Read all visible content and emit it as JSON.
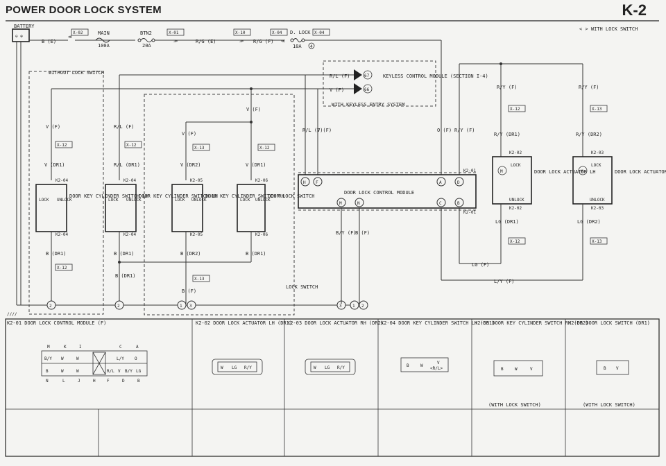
{
  "header": {
    "title": "POWER DOOR LOCK SYSTEM",
    "page_id": "K-2"
  },
  "legend_note": "< > WITH LOCK SWITCH",
  "power": {
    "battery": "BATTERY",
    "b_wire": "B (E)",
    "main_fuse": "MAIN",
    "main_amp": "100A",
    "btn2_fuse": "BTN2",
    "btn2_amp": "20A",
    "rg_e": "R/G (E)",
    "rg_f": "R/G (F)",
    "dlock_fuse": "D. LOCK",
    "dlock_amp": "10A",
    "dlock_num": "4",
    "conn_x02": "X-02",
    "conn_x01": "X-01",
    "conn_x10": "X-10",
    "conn_x04a": "X-04",
    "conn_x04b": "X-04"
  },
  "keyless": {
    "rl_wire": "R/L (F)",
    "rl_pin": "67",
    "v_wire": "V (F)",
    "v_pin": "66",
    "module_label": "KEYLESS CONTROL MODULE (SECTION I-4)",
    "system_label": "WITH KEYLESS ENTRY SYSTEM"
  },
  "without_lock_switch": "WITHOUT LOCK SWITCH",
  "lock_switch_label": "LOCK SWITCH",
  "dlcm": {
    "label": "DOOR LOCK CONTROL MODULE",
    "conn": "K2-01",
    "pins_top": [
      "H",
      "F",
      "A",
      "D"
    ],
    "pins_bottom": [
      "M",
      "N",
      "C",
      "B"
    ]
  },
  "wires": {
    "v_f": "V (F)",
    "v_dr1": "V (DR1)",
    "v_dr2": "V (DR2)",
    "rl_f": "R/L (F)",
    "rl_dr1": "R/L (DR1)",
    "b_dr1": "B (DR1)",
    "b_dr2": "B (DR2)",
    "b_f": "B (F)",
    "by_f": "B/Y (F)",
    "o_f": "O (F)",
    "ry_f": "R/Y (F)",
    "ry_dr1": "R/Y (DR1)",
    "ry_dr2": "R/Y (DR2)",
    "lg_dr1": "LG (DR1)",
    "lg_dr2": "LG (DR2)",
    "lg_f": "LG (F)",
    "ly_f": "L/Y (F)"
  },
  "conn_labels": {
    "x12": "X-12",
    "x13": "X-13",
    "k204": "K2-04",
    "k205": "K2-05",
    "k206": "K2-06",
    "k202": "K2-02",
    "k203": "K2-03"
  },
  "switches": [
    {
      "label": "DOOR KEY CYLINDER SWITCH LH"
    },
    {
      "label": "DOOR KEY CYLINDER SWITCH LH"
    },
    {
      "label": "DOOR KEY CYLINDER SWITCH RH"
    },
    {
      "label": "DOOR LOCK SWITCH"
    }
  ],
  "switch_terms": {
    "lock": "LOCK",
    "unlock": "UNLOCK"
  },
  "actuators": [
    {
      "label": "DOOR LOCK ACTUATOR LH"
    },
    {
      "label": "DOOR LOCK ACTUATOR RH"
    }
  ],
  "grounds": [
    "2",
    "2",
    "1",
    "3",
    "3",
    "1",
    "2"
  ],
  "connectors": [
    {
      "title": "K2-01 DOOR LOCK CONTROL MODULE (F)",
      "top_letters": [
        "M",
        "K",
        "I",
        "C",
        "A"
      ],
      "row1": [
        "B/Y",
        "W",
        "W",
        "",
        "L/Y",
        "O"
      ],
      "row2": [
        "B",
        "W",
        "W",
        "R/L",
        "V",
        "B/Y",
        "LG"
      ],
      "bottom_letters": [
        "N",
        "L",
        "J",
        "H",
        "F",
        "D",
        "B"
      ]
    },
    {
      "title": "K2-02 DOOR LOCK ACTUATOR LH (DR1)",
      "pins": [
        "W",
        "LG",
        "R/Y"
      ]
    },
    {
      "title": "K2-03 DOOR LOCK ACTUATOR RH (DR2)",
      "pins": [
        "W",
        "LG",
        "R/Y"
      ]
    },
    {
      "title": "K2-04 DOOR KEY CYLINDER SWITCH LH (DR1)",
      "pins": [
        "B",
        "W",
        "V",
        "<R/L>"
      ]
    },
    {
      "title": "K2-05 DOOR KEY CYLINDER SWITCH RH (DR2)",
      "pins": [
        "B",
        "W",
        "V"
      ],
      "note": "(WITH LOCK SWITCH)"
    },
    {
      "title": "K2-06 DOOR LOCK SWITCH (DR1)",
      "pins": [
        "B",
        "V"
      ],
      "note": "(WITH LOCK SWITCH)"
    }
  ]
}
